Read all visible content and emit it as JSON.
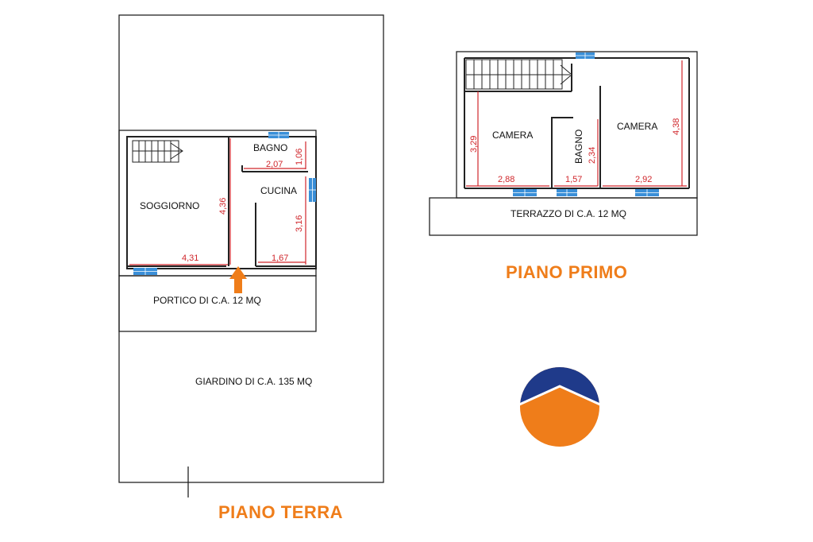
{
  "ground_floor": {
    "title": "PIANO TERRA",
    "rooms": {
      "soggiorno": "SOGGIORNO",
      "bagno": "BAGNO",
      "cucina": "CUCINA",
      "portico": "PORTICO DI C.A. 12 MQ",
      "giardino": "GIARDINO DI C.A. 135 MQ"
    },
    "dimensions": {
      "soggiorno_height": "4,36",
      "soggiorno_width": "4,31",
      "bagno_width": "2,07",
      "bagno_height": "1,06",
      "cucina_height": "3,16",
      "cucina_width": "1,67"
    }
  },
  "first_floor": {
    "title": "PIANO PRIMO",
    "rooms": {
      "camera_left": "CAMERA",
      "bagno": "BAGNO",
      "camera_right": "CAMERA",
      "terrazzo": "TERRAZZO DI C.A. 12 MQ"
    },
    "dimensions": {
      "camera_left_height": "3,29",
      "camera_left_width": "2,88",
      "bagno_height": "2,34",
      "bagno_width": "1,57",
      "camera_right_height": "4,38",
      "camera_right_width": "2,92"
    }
  },
  "colors": {
    "accent": "#ef7d1a",
    "dimension": "#d0262b",
    "window": "#3a8fd8",
    "logo_blue": "#1f3a8a"
  }
}
